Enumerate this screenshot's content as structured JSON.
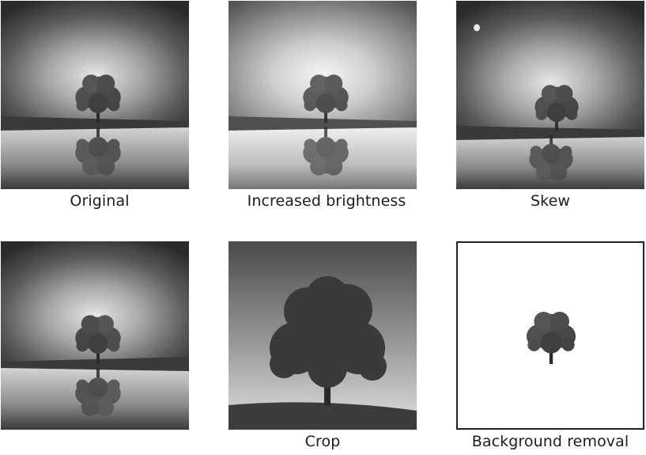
{
  "figure": {
    "panels": [
      {
        "id": "original",
        "caption": "Original"
      },
      {
        "id": "brightness",
        "caption": "Increased brightness"
      },
      {
        "id": "skew",
        "caption": "Skew"
      },
      {
        "id": "flip",
        "caption": ""
      },
      {
        "id": "crop",
        "caption": "Crop"
      },
      {
        "id": "bgremoval",
        "caption": "Background removal"
      }
    ]
  },
  "colors": {
    "sky_dark": "#2a2a2a",
    "sky_light": "#d9d9d9",
    "ground": "#3a3a3a",
    "tree": "#4a4a4a",
    "caption": "#1d1d1d"
  }
}
